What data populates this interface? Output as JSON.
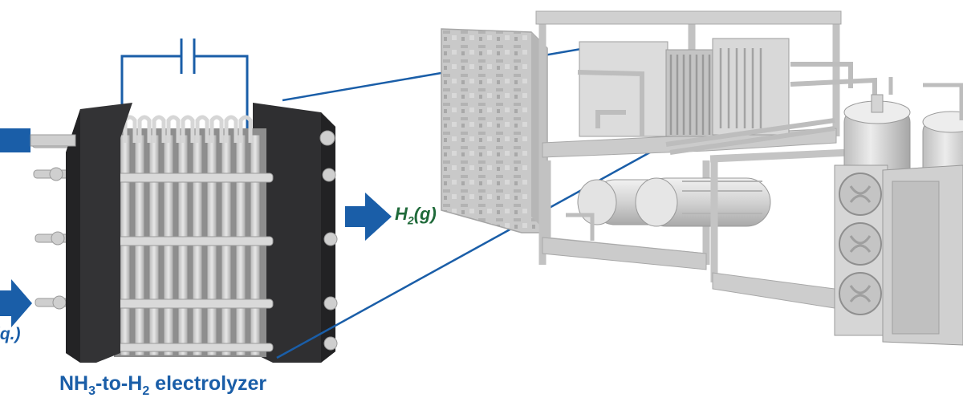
{
  "labels": {
    "product": {
      "main": "H",
      "sub": "2",
      "state": "(g)"
    },
    "feed_partial": "iq.)",
    "title": {
      "p1": "NH",
      "s1": "3",
      "p2": "-to-H",
      "s2": "2",
      "p3": " electrolyzer"
    }
  },
  "colors": {
    "arrow": "#1a5ea8",
    "leader": "#1a5ea8",
    "product_label": "#1f6a3a",
    "end_plate": "#2f2f31",
    "equipment": "#cfcfcf"
  },
  "icons": [
    "dc-power-source-icon",
    "flow-arrow-icon",
    "electrolyzer-stack-icon",
    "skid-system-icon"
  ]
}
